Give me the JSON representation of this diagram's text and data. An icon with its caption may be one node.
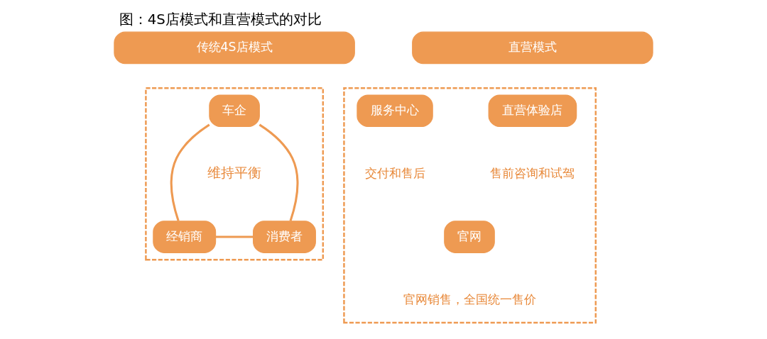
{
  "diagram": {
    "title": "图：4S店模式和直营模式的对比",
    "nodes": [
      {
        "text": [
          "传统4S店模式"
        ]
      },
      {
        "text": [],
        "shape": "box"
      },
      {
        "text": [
          "车企"
        ],
        "in": 1
      },
      {
        "text": [
          "经销商"
        ],
        "in": 1
      },
      {
        "text": [
          "消费者"
        ],
        "in": 1
      },
      {
        "text": [
          "直营模式"
        ]
      },
      {
        "text": [],
        "shape": "box"
      },
      {
        "text": [
          "直营体验店"
        ],
        "in": 6,
        "beside": [
          "售前咨询和试驾"
        ]
      },
      {
        "text": [
          "服务中心"
        ],
        "in": 6,
        "beside": [
          "交付和售后"
        ]
      },
      {
        "text": [
          "官网"
        ],
        "in": 6,
        "beside": [
          "官网销售，全国统一售价"
        ]
      }
    ],
    "edges": [
      {
        "from": 2,
        "to": 3,
        "arrow": "none"
      },
      {
        "from": 2,
        "to": 4,
        "arrow": "none"
      },
      {
        "from": 3,
        "to": 4,
        "arrow": "none"
      }
    ],
    "labels": [
      "维持平衡"
    ]
  }
}
